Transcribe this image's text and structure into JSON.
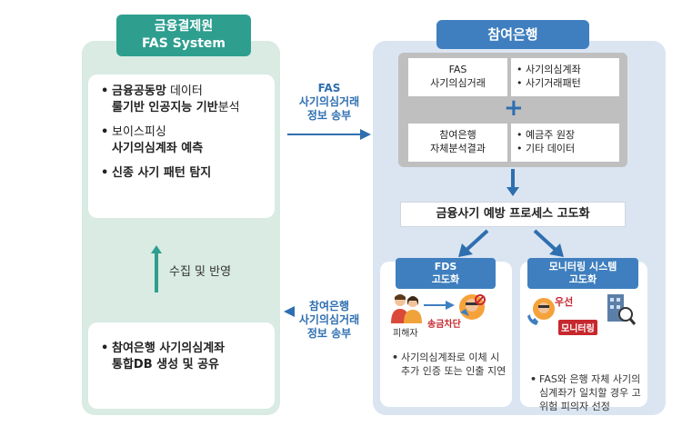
{
  "left": {
    "header_line1": "금융결제원",
    "header_line2": "FAS System",
    "bullets": [
      {
        "a": "금융공동망",
        "b": " 데이터",
        "c": "룰기반 인공지능 기반",
        "d": "분석"
      },
      {
        "a": "보이스피싱",
        "c": "사기의심계좌  예측"
      },
      {
        "a": "신종 사기 패턴 탐지"
      }
    ],
    "collect_label": "수집 및 반영",
    "bottom_line1": "참여은행 사기의심계좌",
    "bottom_line2": "통합DB 생성 및 공유"
  },
  "arrows": {
    "right_label_1": "FAS",
    "right_label_2": "사기의심거래",
    "right_label_3": "정보 송부",
    "left_label_1": "참여은행",
    "left_label_2": "사기의심거래",
    "left_label_3": "정보 송부"
  },
  "right": {
    "header": "참여은행",
    "fas_cell_1": "FAS",
    "fas_cell_2": "사기의심거래",
    "fas_items": [
      "사기의심계좌",
      "사기거래패턴"
    ],
    "bank_cell_1": "참여은행",
    "bank_cell_2": "자체분석결과",
    "bank_items": [
      "예금주 원장",
      "기타 데이터"
    ],
    "plus": "+",
    "process": "금융사기 예방 프로세스 고도화",
    "fds_header_1": "FDS",
    "fds_header_2": "고도화",
    "fds_victim": "피해자",
    "fds_block": "송금차단",
    "fds_note": "사기의심계좌로 이체 시 추가 인증 또는 인출 지연",
    "mon_header_1": "모니터링 시스템",
    "mon_header_2": "고도화",
    "mon_priority": "우선",
    "mon_monitor": "모니터링",
    "mon_note": "FAS와 은행 자체 사기의심계좌가 일치할 경우 고위험 피의자 선정"
  },
  "colors": {
    "teal": "#2e9e8f",
    "blue": "#3f7fbf",
    "arrow_blue": "#2f6fb0",
    "red": "#c6282e"
  }
}
